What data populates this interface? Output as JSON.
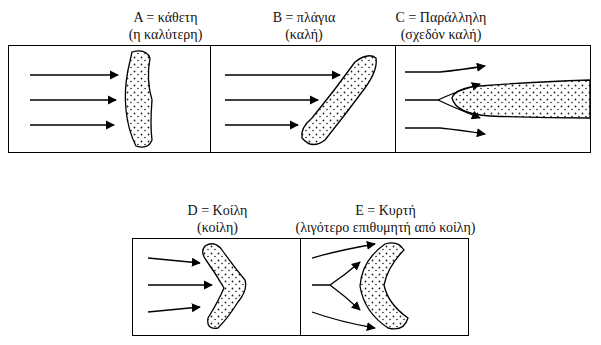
{
  "diagram": {
    "nodes": [
      {
        "text": [
          "A = κάθετη",
          "(η καλύτερη)"
        ]
      },
      {
        "text": [
          "B = πλάγια",
          "(καλή)"
        ]
      },
      {
        "text": [
          "C = Παράλληλη",
          "(σχεδόν καλή)"
        ]
      },
      {
        "text": [
          "D = Κοίλη",
          "(κοίλη)"
        ]
      },
      {
        "text": [
          "E = Κυρτή",
          "(λιγότερο επιθυμητή από κοίλη)"
        ]
      }
    ]
  }
}
